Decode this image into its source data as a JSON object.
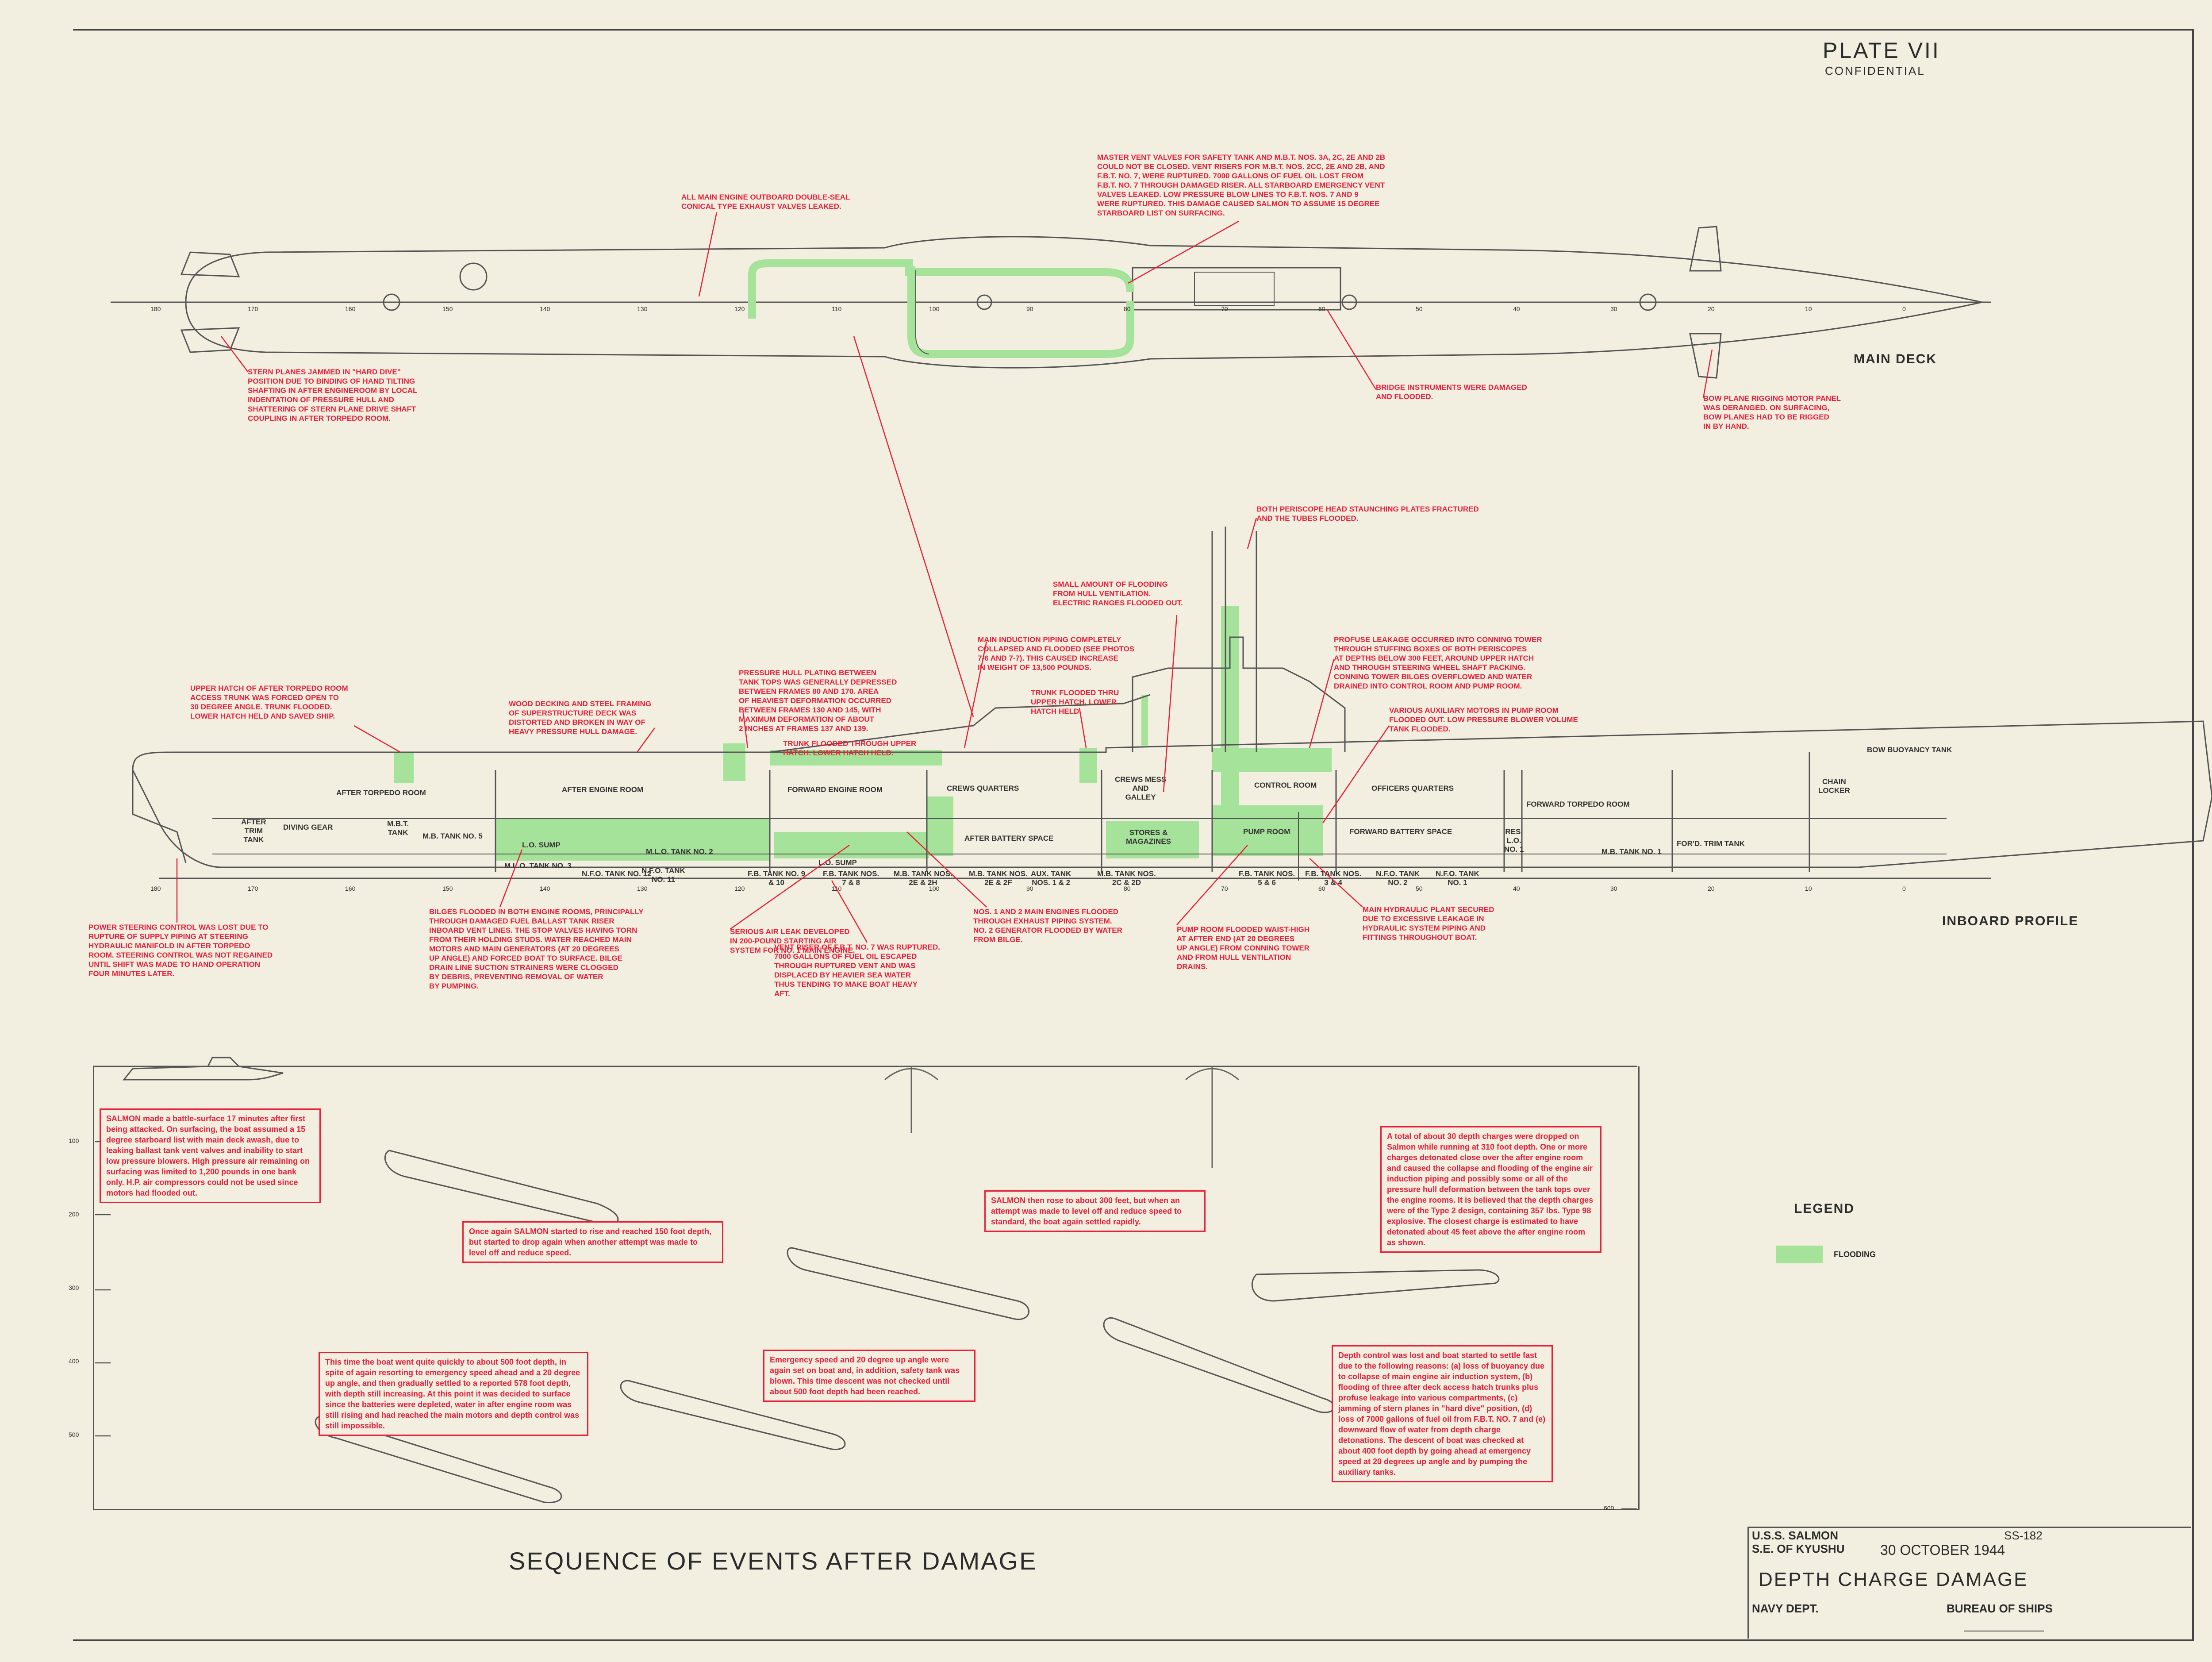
{
  "plate": {
    "title": "PLATE VII",
    "classification": "CONFIDENTIAL"
  },
  "views": {
    "main_deck": "MAIN DECK",
    "inboard_profile": "INBOARD PROFILE"
  },
  "frame_labels": [
    "180",
    "170",
    "160",
    "150",
    "140",
    "130",
    "120",
    "110",
    "100",
    "90",
    "80",
    "70",
    "60",
    "50",
    "40",
    "30",
    "20",
    "10",
    "0"
  ],
  "main_deck_notes": {
    "exhaust": "ALL MAIN ENGINE OUTBOARD DOUBLE-SEAL\nCONICAL TYPE EXHAUST VALVES LEAKED.",
    "master_vent": "MASTER VENT VALVES FOR SAFETY TANK AND M.B.T. NOS. 3A, 2C, 2E AND 2B\nCOULD NOT BE CLOSED. VENT RISERS FOR M.B.T. NOS. 2CC, 2E AND 2B, AND\nF.B.T. NO. 7, WERE RUPTURED. 7000 GALLONS OF FUEL OIL LOST FROM\nF.B.T. NO. 7 THROUGH DAMAGED RISER. ALL STARBOARD EMERGENCY VENT\nVALVES LEAKED. LOW PRESSURE BLOW LINES TO F.B.T. NOS. 7 AND 9\nWERE RUPTURED. THIS DAMAGE CAUSED SALMON TO ASSUME 15 DEGREE\nSTARBOARD LIST ON SURFACING.",
    "stern_planes": "STERN PLANES JAMMED IN \"HARD DIVE\"\nPOSITION DUE TO BINDING OF HAND TILTING\nSHAFTING IN AFTER ENGINEROOM BY LOCAL\nINDENTATION OF PRESSURE HULL AND\nSHATTERING OF STERN PLANE DRIVE SHAFT\nCOUPLING IN AFTER TORPEDO ROOM.",
    "bridge": "BRIDGE INSTRUMENTS WERE DAMAGED\nAND FLOODED.",
    "bow_plane": "BOW PLANE RIGGING MOTOR PANEL\nWAS DERANGED. ON SURFACING,\nBOW PLANES HAD TO BE RIGGED\nIN BY HAND."
  },
  "profile_notes": {
    "periscope": "BOTH PERISCOPE HEAD STAUNCHING PLATES FRACTURED\nAND THE TUBES FLOODED.",
    "ventilation": "SMALL AMOUNT OF FLOODING\nFROM HULL VENTILATION.\nELECTRIC RANGES FLOODED OUT.",
    "induction": "MAIN INDUCTION PIPING COMPLETELY\nCOLLAPSED AND FLOODED (SEE PHOTOS\n7-6 AND 7-7). THIS CAUSED INCREASE\nIN WEIGHT OF 13,500 POUNDS.",
    "conning": "PROFUSE LEAKAGE OCCURRED INTO CONNING TOWER\nTHROUGH STUFFING BOXES OF BOTH PERISCOPES\nAT DEPTHS BELOW 300 FEET, AROUND UPPER HATCH\nAND THROUGH STEERING WHEEL SHAFT PACKING.\nCONNING TOWER BILGES OVERFLOWED AND WATER\nDRAINED INTO CONTROL ROOM AND PUMP ROOM.",
    "hull_plating": "PRESSURE HULL PLATING BETWEEN\nTANK TOPS WAS GENERALLY DEPRESSED\nBETWEEN FRAMES 80 AND 170. AREA\nOF HEAVIEST DEFORMATION OCCURRED\nBETWEEN FRAMES 130 AND 145, WITH\nMAXIMUM DEFORMATION OF ABOUT\n2 INCHES AT FRAMES 137 AND 139.",
    "upper_hatch": "UPPER HATCH OF AFTER TORPEDO ROOM\nACCESS TRUNK WAS FORCED OPEN TO\n30 DEGREE ANGLE. TRUNK FLOODED.\nLOWER HATCH HELD AND SAVED SHIP.",
    "decking": "WOOD DECKING AND STEEL FRAMING\nOF SUPERSTRUCTURE DECK WAS\nDISTORTED AND BROKEN IN WAY OF\nHEAVY PRESSURE HULL DAMAGE.",
    "trunk_flooded": "TRUNK FLOODED THRU\nUPPER HATCH. LOWER\nHATCH HELD.",
    "trunk_flooded2": "TRUNK FLOODED THROUGH UPPER\nHATCH. LOWER HATCH HELD.",
    "aux_motors": "VARIOUS AUXILIARY MOTORS IN PUMP ROOM\nFLOODED OUT. LOW PRESSURE BLOWER VOLUME\nTANK FLOODED.",
    "power_steering": "POWER STEERING CONTROL WAS LOST DUE TO\nRUPTURE OF SUPPLY PIPING AT STEERING\nHYDRAULIC MANIFOLD IN AFTER TORPEDO\nROOM. STEERING CONTROL WAS NOT REGAINED\nUNTIL SHIFT WAS MADE TO HAND OPERATION\nFOUR MINUTES LATER.",
    "bilges": "BILGES FLOODED IN BOTH ENGINE ROOMS, PRINCIPALLY\nTHROUGH DAMAGED FUEL BALLAST TANK RISER\nINBOARD VENT LINES. THE STOP VALVES HAVING TORN\nFROM THEIR HOLDING STUDS. WATER REACHED MAIN\nMOTORS AND MAIN GENERATORS (AT 20 DEGREES\nUP ANGLE) AND FORCED BOAT TO SURFACE. BILGE\nDRAIN LINE SUCTION STRAINERS WERE CLOGGED\nBY DEBRIS, PREVENTING REMOVAL OF WATER\nBY PUMPING.",
    "air_leak": "SERIOUS AIR LEAK DEVELOPED\nIN 200-POUND STARTING AIR\nSYSTEM FOR NO. 1 MAIN ENGINE.",
    "engines_flooded": "NOS. 1 AND 2 MAIN ENGINES FLOODED\nTHROUGH EXHAUST PIPING SYSTEM.\nNO. 2 GENERATOR FLOODED BY WATER\nFROM BILGE.",
    "vent_riser": "VENT RISER OF F.B.T. NO. 7 WAS RUPTURED.\n7000 GALLONS OF FUEL OIL ESCAPED\nTHROUGH RUPTURED VENT AND WAS\nDISPLACED BY HEAVIER SEA WATER\nTHUS TENDING TO MAKE BOAT HEAVY\nAFT.",
    "pump_room": "PUMP ROOM FLOODED WAIST-HIGH\nAT AFTER END (AT 20 DEGREES\nUP ANGLE) FROM CONNING TOWER\nAND FROM HULL VENTILATION\nDRAINS.",
    "hydraulic": "MAIN HYDRAULIC PLANT SECURED\nDUE TO EXCESSIVE LEAKAGE IN\nHYDRAULIC SYSTEM PIPING AND\nFITTINGS THROUGHOUT BOAT."
  },
  "compartments": [
    {
      "label": "AFTER TORPEDO ROOM"
    },
    {
      "label": "AFTER ENGINE ROOM"
    },
    {
      "label": "FORWARD ENGINE ROOM"
    },
    {
      "label": "CREWS QUARTERS"
    },
    {
      "label": "CREWS MESS\nAND\nGALLEY"
    },
    {
      "label": "CONTROL ROOM"
    },
    {
      "label": "OFFICERS QUARTERS"
    },
    {
      "label": "FORWARD TORPEDO ROOM"
    },
    {
      "label": "BOW BUOYANCY TANK"
    },
    {
      "label": "AFTER BATTERY SPACE"
    },
    {
      "label": "STORES &\nMAGAZINES"
    },
    {
      "label": "PUMP ROOM"
    },
    {
      "label": "FORWARD BATTERY SPACE"
    },
    {
      "label": "CHAIN\nLOCKER"
    },
    {
      "label": "AFTER\nTRIM\nTANK"
    },
    {
      "label": "DIVING GEAR"
    },
    {
      "label": "M.B.T.\nTANK"
    },
    {
      "label": "M.B. TANK NO. 5"
    },
    {
      "label": "M.B. TANK NO. 1"
    },
    {
      "label": "FOR'D. TRIM TANK"
    },
    {
      "label": "L.O. SUMP"
    },
    {
      "label": "L.O. SUMP"
    },
    {
      "label": "M.L.O. TANK NO. 2"
    },
    {
      "label": "M.L.O. TANK NO. 3"
    },
    {
      "label": "N.F.O. TANK NO. 12"
    },
    {
      "label": "N.F.O. TANK\nNO. 11"
    },
    {
      "label": "F.B. TANK NO. 9\n& 10"
    },
    {
      "label": "F.B. TANK NOS.\n7 & 8"
    },
    {
      "label": "M.B. TANK NOS.\n2E & 2H"
    },
    {
      "label": "M.B. TANK NOS.\n2E & 2F"
    },
    {
      "label": "AUX. TANK\nNOS. 1 & 2"
    },
    {
      "label": "M.B. TANK NOS.\n2C & 2D"
    },
    {
      "label": "F.B. TANK NOS.\n5 & 6"
    },
    {
      "label": "F.B. TANK NOS.\n3 & 4"
    },
    {
      "label": "N.F.O. TANK\nNO. 2"
    },
    {
      "label": "N.F.O. TANK\nNO. 1"
    },
    {
      "label": "RES.\nL.O.\nNO. 1"
    }
  ],
  "sequence": {
    "title": "SEQUENCE OF EVENTS AFTER DAMAGE",
    "depth_ticks": [
      "100",
      "200",
      "300",
      "400",
      "500",
      "600"
    ],
    "boxes": [
      "SALMON made a battle-surface 17 minutes after first being attacked. On surfacing, the boat assumed a 15 degree starboard list with main deck awash, due to leaking ballast tank vent valves and inability to start low pressure blowers. High pressure air remaining on surfacing was limited to 1,200 pounds in one bank only. H.P. air compressors could not be used since motors had flooded out.",
      "Once again SALMON started to rise and reached 150 foot depth, but started to drop again when another attempt was made to level off and reduce speed.",
      "SALMON then rose to about 300 feet, but when an attempt was made to level off and reduce speed to standard, the boat again settled rapidly.",
      "A total of about 30 depth charges were dropped on Salmon while running at 310 foot depth. One or more charges detonated close over the after engine room and caused the collapse and flooding of the engine air induction piping and possibly some or all of the pressure hull deformation between the tank tops over the engine rooms. It is believed that the depth charges were of the Type 2 design, containing 357 lbs. Type 98 explosive. The closest charge is estimated to have detonated about 45 feet above the after engine room as shown.",
      "This time the boat went quite quickly to about 500 foot depth, in spite of again resorting to emergency speed ahead and a 20 degree up angle, and then gradually settled to a reported 578 foot depth, with depth still increasing. At this point it was decided to surface since the batteries were depleted, water in after engine room was still rising and had reached the main motors and depth control was still impossible.",
      "Emergency speed and 20 degree up angle were again set on boat and, in addition, safety tank was blown. This time descent was not checked until about 500 foot depth had been reached.",
      "Depth control was lost and boat started to settle fast due to the following reasons: (a) loss of buoyancy due to collapse of main engine air induction system, (b) flooding of three after deck access hatch trunks plus profuse leakage into various compartments, (c) jamming of stern planes in \"hard dive\" position, (d) loss of 7000 gallons of fuel oil from F.B.T. NO. 7 and (e) downward flow of water from depth charge detonations. The descent of boat was checked at about 400 foot depth by going ahead at emergency speed at 20 degrees up angle and by pumping the auxiliary tanks."
    ]
  },
  "legend": {
    "title": "LEGEND",
    "flooding": "FLOODING",
    "flooding_color": "#a6e39a"
  },
  "colors": {
    "annotation": "#e8203a",
    "line": "#555555",
    "paper": "#f2eee0"
  },
  "title_block": {
    "ship": "U.S.S. SALMON",
    "location": "S.E. OF KYUSHU",
    "hull": "SS-182",
    "date": "30 OCTOBER 1944",
    "subject": "DEPTH CHARGE DAMAGE",
    "dept": "NAVY DEPT.",
    "bureau": "BUREAU OF SHIPS"
  }
}
